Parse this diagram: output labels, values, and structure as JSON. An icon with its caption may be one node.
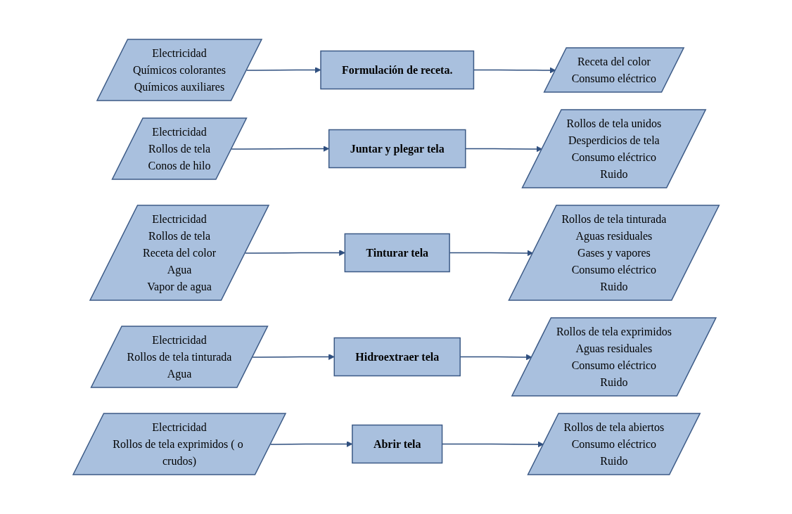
{
  "diagram": {
    "nodes": [
      {
        "text": [
          "Electricidad",
          "Químicos colorantes",
          "Químicos auxiliares"
        ]
      },
      {
        "text": [
          "Formulación de receta."
        ]
      },
      {
        "text": [
          "Receta del color",
          "Consumo eléctrico"
        ]
      },
      {
        "text": [
          "Electricidad",
          "Rollos de tela",
          "Conos de hilo"
        ]
      },
      {
        "text": [
          "Juntar y plegar tela"
        ]
      },
      {
        "text": [
          "Rollos de tela unidos",
          "Desperdicios de tela",
          "Consumo eléctrico",
          "Ruido"
        ]
      },
      {
        "text": [
          "Electricidad",
          "Rollos de tela",
          "Receta del color",
          "Agua",
          "Vapor de agua"
        ]
      },
      {
        "text": [
          "Tinturar tela"
        ]
      },
      {
        "text": [
          "Rollos de tela tinturada",
          "Aguas residuales",
          "Gases y vapores",
          "Consumo eléctrico",
          "Ruido"
        ]
      },
      {
        "text": [
          "Electricidad",
          "Rollos de tela tinturada",
          "Agua"
        ]
      },
      {
        "text": [
          "Hidroextraer tela"
        ]
      },
      {
        "text": [
          "Rollos de tela exprimidos",
          "Aguas residuales",
          "Consumo eléctrico",
          "Ruido"
        ]
      },
      {
        "text": [
          "Electricidad",
          "Rollos de tela exprimidos ( o crudos)"
        ]
      },
      {
        "text": [
          "Abrir tela"
        ]
      },
      {
        "text": [
          "Rollos de tela abiertos",
          "Consumo eléctrico",
          "Ruido"
        ]
      }
    ],
    "edges": [
      {
        "from": 0,
        "to": 1,
        "arrow": "to"
      },
      {
        "from": 1,
        "to": 2,
        "arrow": "to"
      },
      {
        "from": 3,
        "to": 4,
        "arrow": "to"
      },
      {
        "from": 4,
        "to": 5,
        "arrow": "to"
      },
      {
        "from": 6,
        "to": 7,
        "arrow": "to"
      },
      {
        "from": 7,
        "to": 8,
        "arrow": "to"
      },
      {
        "from": 9,
        "to": 10,
        "arrow": "to"
      },
      {
        "from": 10,
        "to": 11,
        "arrow": "to"
      },
      {
        "from": 12,
        "to": 13,
        "arrow": "to"
      },
      {
        "from": 13,
        "to": 14,
        "arrow": "to"
      }
    ]
  }
}
